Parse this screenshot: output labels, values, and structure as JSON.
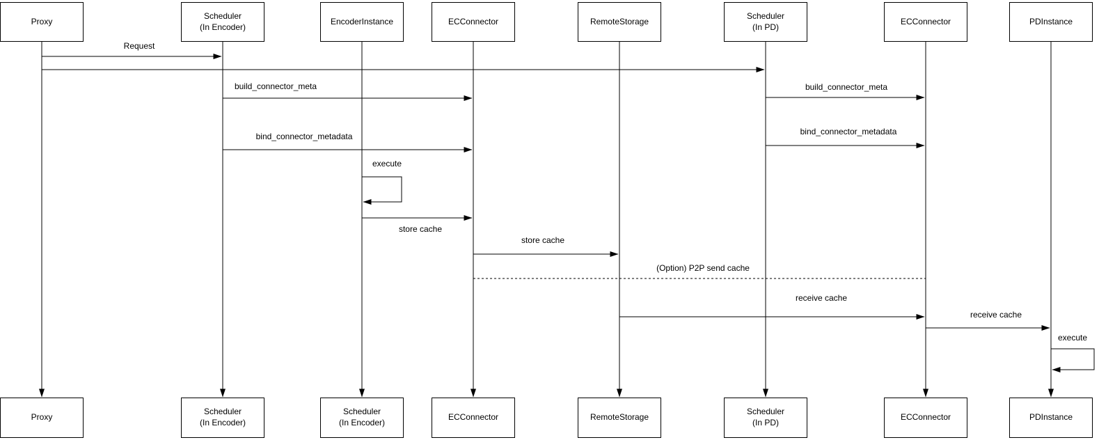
{
  "diagram": {
    "type": "sequence-diagram",
    "background_color": "#ffffff",
    "line_color": "#000000",
    "text_color": "#000000",
    "top_actors": [
      {
        "label": "Proxy"
      },
      {
        "label": "Scheduler\n(In Encoder)"
      },
      {
        "label": "EncoderInstance"
      },
      {
        "label": "ECConnector"
      },
      {
        "label": "RemoteStorage"
      },
      {
        "label": "Scheduler\n(In PD)"
      },
      {
        "label": "ECConnector"
      },
      {
        "label": "PDInstance"
      }
    ],
    "bottom_actors": [
      {
        "label": "Proxy"
      },
      {
        "label": "Scheduler\n(In Encoder)"
      },
      {
        "label": "Scheduler\n(In Encoder)"
      },
      {
        "label": "ECConnector"
      },
      {
        "label": "RemoteStorage"
      },
      {
        "label": "Scheduler\n(In PD)"
      },
      {
        "label": "ECConnector"
      },
      {
        "label": "PDInstance"
      }
    ],
    "messages": [
      {
        "label": "Request",
        "from": "Proxy",
        "to": "Scheduler (In Encoder)",
        "style": "solid"
      },
      {
        "label": "",
        "from": "Proxy",
        "to": "Scheduler (In PD)",
        "style": "solid"
      },
      {
        "label": "build_connector_meta",
        "from": "Scheduler (In Encoder)",
        "to": "ECConnector",
        "style": "solid"
      },
      {
        "label": "build_connector_meta",
        "from": "Scheduler (In PD)",
        "to": "ECConnector",
        "style": "solid"
      },
      {
        "label": "bind_connector_metadata",
        "from": "Scheduler (In Encoder)",
        "to": "ECConnector",
        "style": "solid"
      },
      {
        "label": "bind_connector_metadata",
        "from": "Scheduler (In PD)",
        "to": "ECConnector",
        "style": "solid"
      },
      {
        "label": "execute",
        "from": "EncoderInstance",
        "to": "EncoderInstance",
        "style": "self-loop"
      },
      {
        "label": "store cache",
        "from": "EncoderInstance",
        "to": "ECConnector",
        "style": "solid"
      },
      {
        "label": "store cache",
        "from": "ECConnector",
        "to": "RemoteStorage",
        "style": "solid"
      },
      {
        "label": "(Option) P2P send cache",
        "from": "ECConnector",
        "to": "ECConnector",
        "style": "dashed"
      },
      {
        "label": "receive cache",
        "from": "RemoteStorage",
        "to": "ECConnector",
        "style": "solid"
      },
      {
        "label": "receive cache",
        "from": "ECConnector",
        "to": "PDInstance",
        "style": "solid"
      },
      {
        "label": "execute",
        "from": "PDInstance",
        "to": "PDInstance",
        "style": "self-loop"
      }
    ]
  }
}
